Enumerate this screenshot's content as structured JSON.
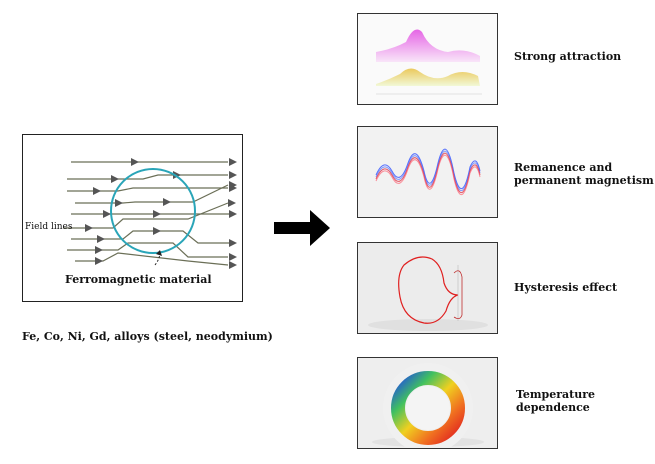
{
  "diagram": {
    "field_label": "Field lines",
    "material_label": "Ferromagnetic material",
    "materials_list": "Fe, Co, Ni, Gd, alloys (steel, neodymium)"
  },
  "properties": [
    {
      "label": "Strong attraction"
    },
    {
      "label_line1": "Remanence and",
      "label_line2": "permanent magnetism"
    },
    {
      "label": "Hysteresis effect"
    },
    {
      "label_line1": "Temperature",
      "label_line2": "dependence"
    }
  ],
  "colors": {
    "field_line": "#6b6f57",
    "circle": "#2aa5b8",
    "arrow": "#000000"
  }
}
